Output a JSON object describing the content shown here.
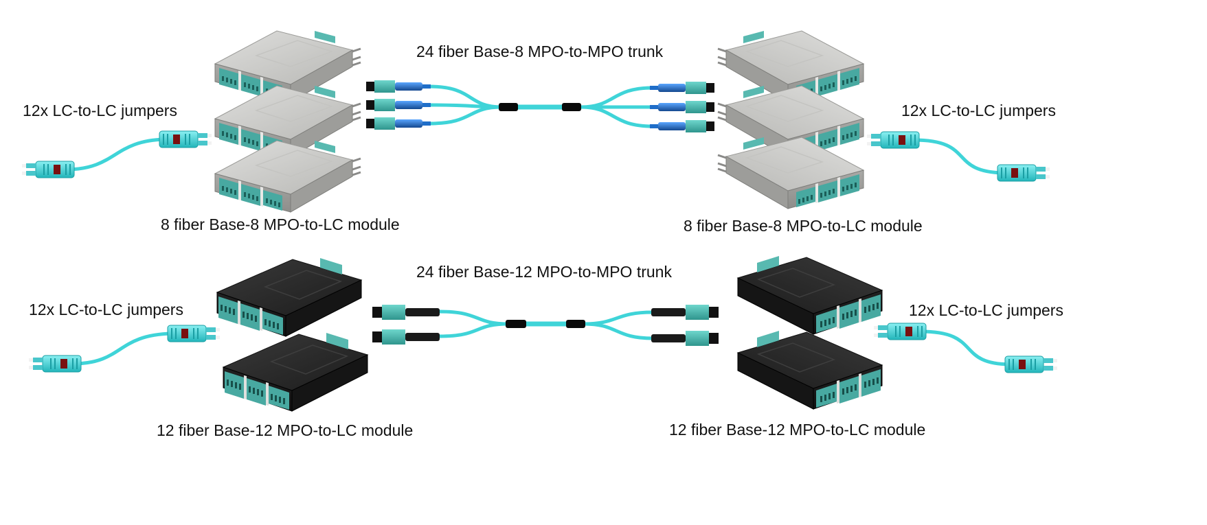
{
  "colors": {
    "fiber": "#3fd4d8",
    "fiber_dark": "#27b8bd",
    "aqua_connector": "#49b0a8",
    "blue_connector": "#1f6ec9",
    "gray_module": "#c8c8c6",
    "black_module": "#2a2a2a",
    "breakout": "#0a0a0a"
  },
  "labels": {
    "trunk_top": "24 fiber Base-8 MPO-to-MPO trunk",
    "trunk_bottom": "24 fiber Base-12 MPO-to-MPO trunk",
    "jumpers_top_left": "12x LC-to-LC jumpers",
    "jumpers_top_right": "12x LC-to-LC jumpers",
    "jumpers_bottom_left": "12x LC-to-LC jumpers",
    "jumpers_bottom_right": "12x LC-to-LC jumpers",
    "module_top_left": "8 fiber Base-8 MPO-to-LC module",
    "module_top_right": "8 fiber Base-8 MPO-to-LC module",
    "module_bottom_left": "12 fiber Base-12 MPO-to-LC module",
    "module_bottom_right": "12 fiber Base-12 MPO-to-LC module"
  },
  "groups": {
    "top_modules_per_side": 3,
    "bottom_modules_per_side": 2,
    "top_trunk_legs_per_side": 3,
    "bottom_trunk_legs_per_side": 2
  }
}
